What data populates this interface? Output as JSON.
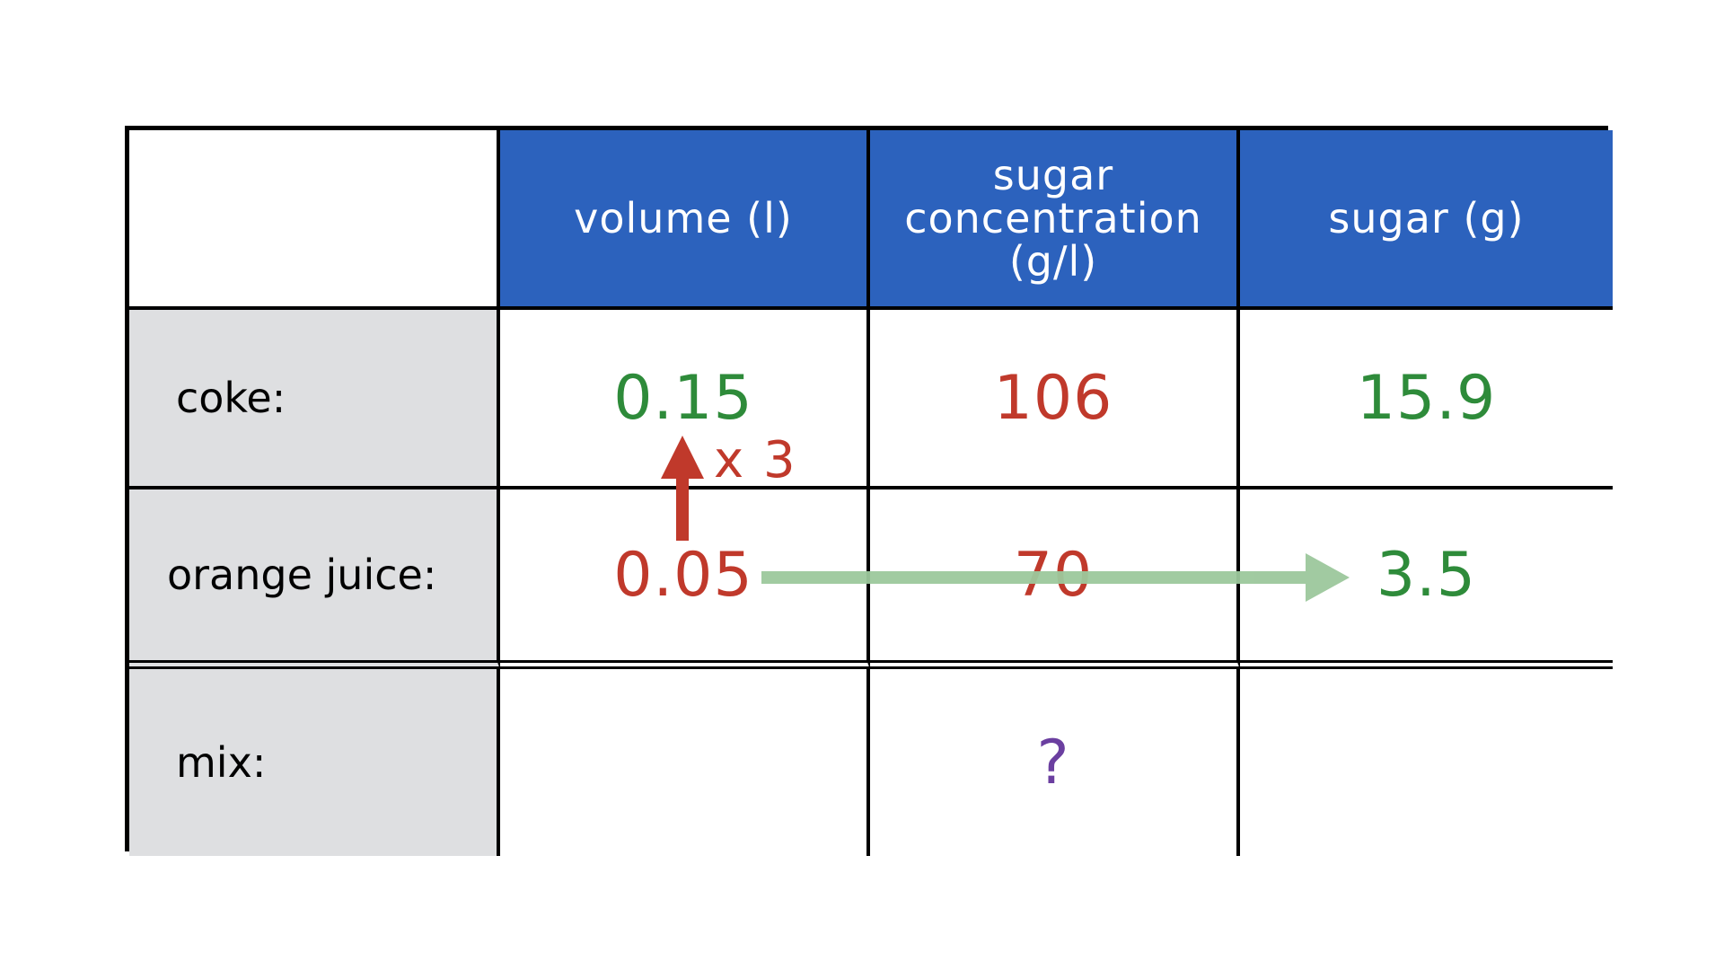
{
  "header": {
    "corner": "",
    "col_volume": "volume (l)",
    "col_concentration": "sugar concentration (g/l)",
    "col_sugar": "sugar (g)"
  },
  "rows": [
    {
      "label": "coke:",
      "volume": "0.15",
      "concentration": "106",
      "sugar": "15.9"
    },
    {
      "label": "orange juice:",
      "volume": "0.05",
      "concentration": "70",
      "sugar": "3.5"
    },
    {
      "label": "mix:",
      "volume": "",
      "concentration": "?",
      "sugar": ""
    }
  ],
  "annotations": {
    "multiplier_label": "x 3"
  },
  "colors": {
    "header_bg": "#2c62bd",
    "row_label_bg": "#dedfe1",
    "green_value": "#2e8b3a",
    "red_value": "#c0392b",
    "question": "#6b3fa0",
    "flow_arrow": "#9cc89c"
  }
}
